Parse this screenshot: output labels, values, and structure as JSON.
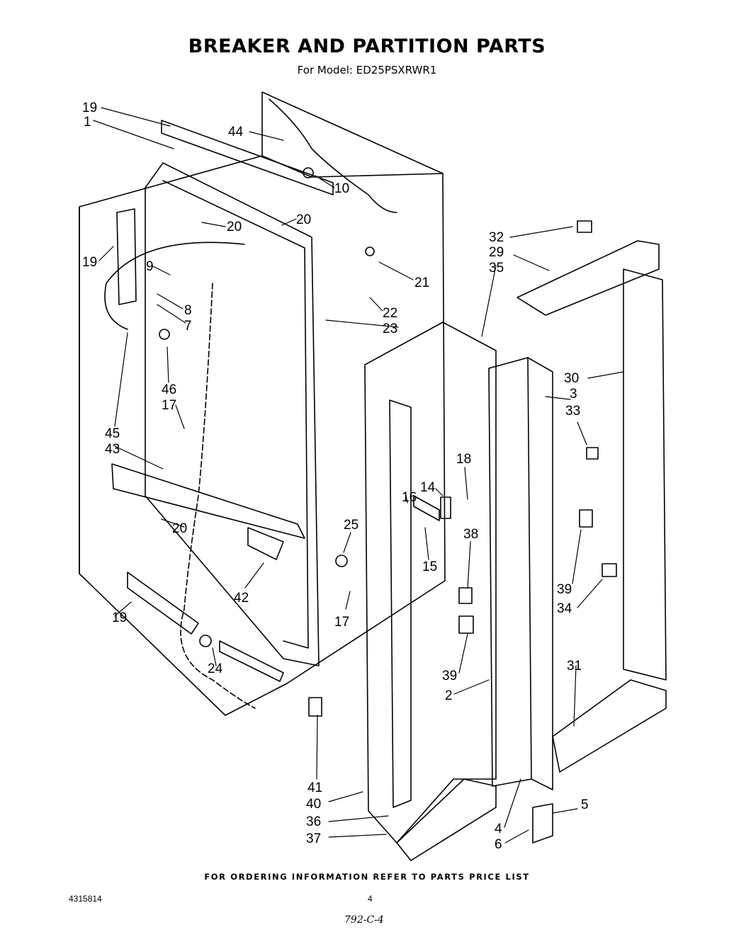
{
  "header": {
    "title": "BREAKER AND PARTITION PARTS",
    "subtitle": "For Model: ED25PSXRWR1"
  },
  "footer": {
    "note": "FOR ORDERING INFORMATION REFER TO PARTS PRICE LIST",
    "doc_number": "4315814",
    "page_number": "4",
    "handwritten_code": "792-C-4"
  },
  "callouts": [
    "19",
    "1",
    "44",
    "10",
    "20",
    "20",
    "19",
    "9",
    "8",
    "7",
    "46",
    "17",
    "45",
    "43",
    "20",
    "19",
    "42",
    "24",
    "21",
    "22",
    "23",
    "25",
    "17",
    "16",
    "14",
    "18",
    "15",
    "38",
    "39",
    "2",
    "41",
    "40",
    "36",
    "37",
    "32",
    "29",
    "35",
    "30",
    "3",
    "33",
    "39",
    "34",
    "31",
    "5",
    "4",
    "6"
  ]
}
